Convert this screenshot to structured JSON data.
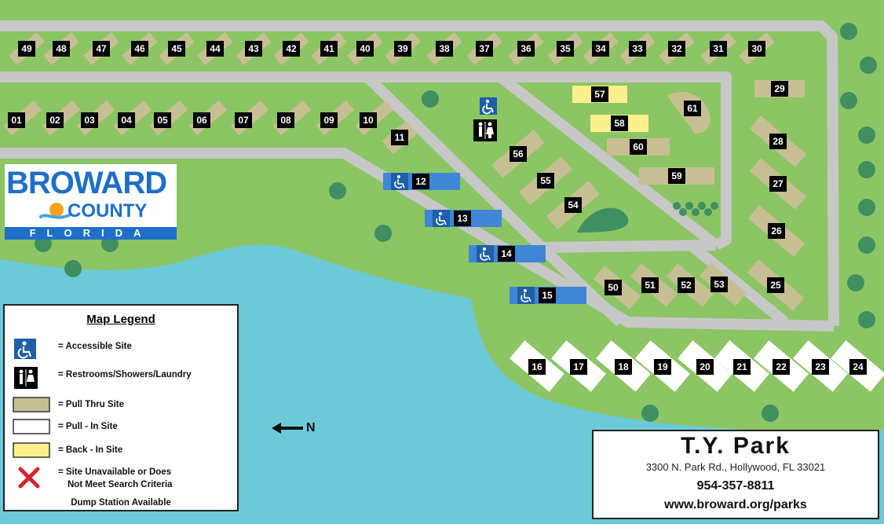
{
  "colors": {
    "grass": "#8cc564",
    "water": "#6ccad8",
    "road": "#c7c7c7",
    "pull_thru": "#c7bf94",
    "pull_in": "#ffffff",
    "back_in": "#fbf08c",
    "accessible_site": "#3f87d6",
    "tree": "#3f8f60",
    "label_bg": "#000000"
  },
  "logo": {
    "big_text": "BROWARD",
    "county": "COUNTY",
    "state": "FLORIDA"
  },
  "legend": {
    "title": "Map Legend",
    "items": [
      {
        "symbol": "accessible-icon",
        "label": "= Accessible Site"
      },
      {
        "symbol": "restroom-icon",
        "label": "= Restrooms/Showers/Laundry"
      },
      {
        "symbol": "pull-thru-swatch",
        "label": "= Pull Thru Site"
      },
      {
        "symbol": "pull-in-swatch",
        "label": "= Pull - In Site"
      },
      {
        "symbol": "back-in-swatch",
        "label": "= Back - In Site"
      },
      {
        "symbol": "unavailable-icon",
        "label": "= Site Unavailable or Does",
        "label2": "Not Meet Search Criteria"
      }
    ],
    "dump": "Dump Station Available"
  },
  "north": {
    "label": "N"
  },
  "park": {
    "name": "T.Y. Park",
    "address": "3300 N. Park Rd., Hollywood, FL 33021",
    "phone": "954-357-8811",
    "url": "www.broward.org/parks"
  },
  "sites": {
    "top_row": [
      "49",
      "48",
      "47",
      "46",
      "45",
      "44",
      "43",
      "42",
      "41",
      "40",
      "39",
      "38",
      "37",
      "36",
      "35",
      "34",
      "33",
      "32",
      "31",
      "30"
    ],
    "second_row": [
      "01",
      "02",
      "03",
      "04",
      "05",
      "06",
      "07",
      "08",
      "09",
      "10"
    ],
    "accessible": [
      "12",
      "13",
      "14",
      "15"
    ],
    "inner": [
      "11",
      "56",
      "55",
      "54",
      "57",
      "58",
      "60",
      "59",
      "61"
    ],
    "right_column": [
      "29",
      "28",
      "27",
      "26",
      "25"
    ],
    "bottom_inner": [
      "50",
      "51",
      "52",
      "53"
    ],
    "pull_in": [
      "16",
      "17",
      "18",
      "19",
      "20",
      "21",
      "22",
      "23",
      "24"
    ]
  }
}
